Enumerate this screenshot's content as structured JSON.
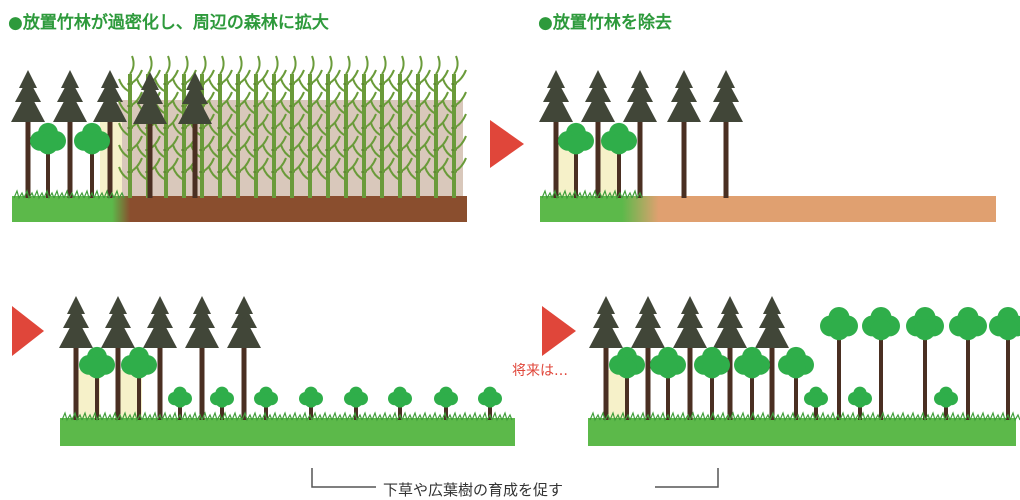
{
  "captions": {
    "panel1": "●放置竹林が過密化し、周辺の森林に拡大",
    "panel2": "●放置竹林を除去"
  },
  "future_label": "将来は…",
  "bottom_note": "下草や広葉樹の育成を促す",
  "colors": {
    "caption_green": "#2e9a3c",
    "arrow_red": "#e0463a",
    "conifer": "#414638",
    "trunk": "#4a2f22",
    "broadleaf": "#2fae4a",
    "bamboo": "#6a9b3a",
    "grass": "#5cb94a",
    "soil_dark": "#8a4e2e",
    "soil_light": "#e0a070",
    "bamboo_shade": "#d9c8bb",
    "light_beam": "#f6f1c9"
  }
}
